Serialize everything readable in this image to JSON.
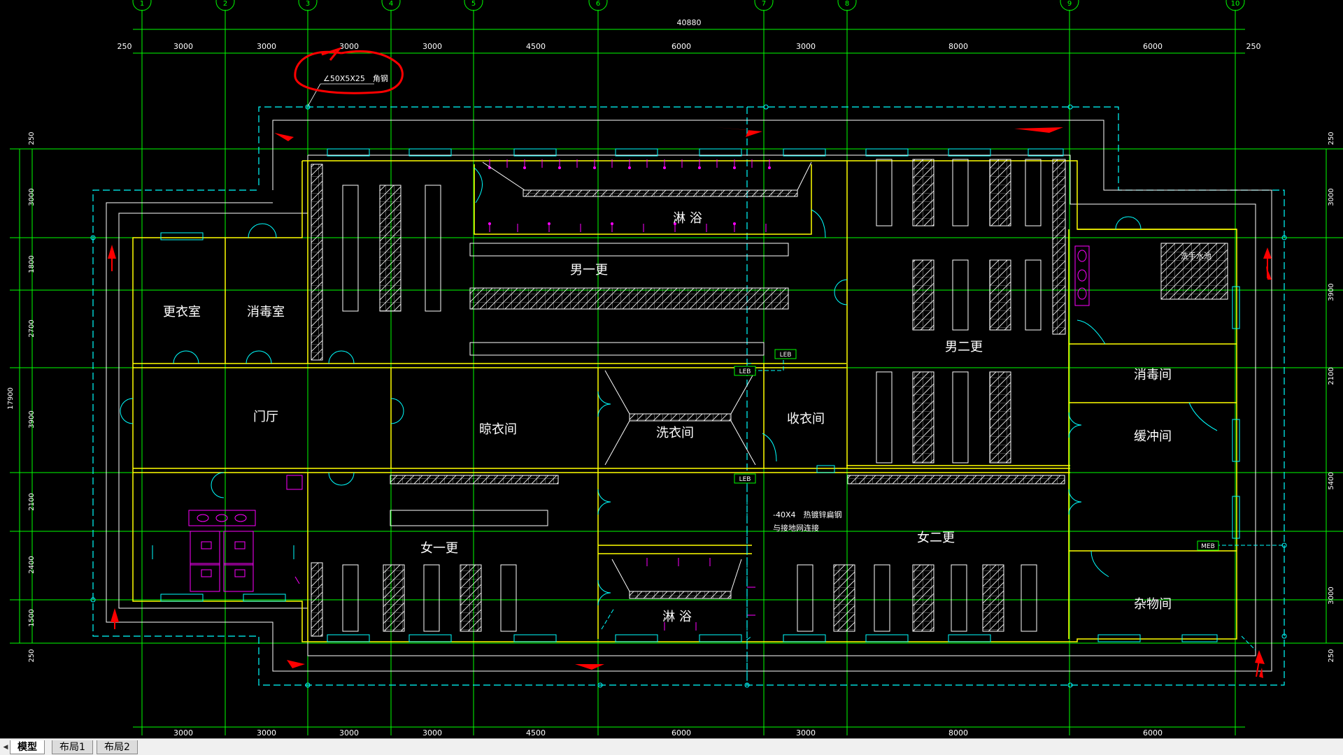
{
  "drawing": {
    "overall_dimension": "40880",
    "top_dimensions": [
      "250",
      "3000",
      "3000",
      "3000",
      "3000",
      "4500",
      "6000",
      "3000",
      "8000",
      "6000",
      "250"
    ],
    "bottom_dimensions": [
      "3000",
      "3000",
      "3000",
      "3000",
      "4500",
      "6000",
      "3000",
      "8000",
      "6000"
    ],
    "left_dimensions": [
      "250",
      "3000",
      "1800",
      "2700",
      "3900",
      "2100",
      "2400",
      "1500",
      "250"
    ],
    "left_overall": "17900",
    "right_dimensions": [
      "250",
      "3000",
      "3900",
      "2100",
      "5400",
      "3000",
      "250"
    ],
    "grid_bubbles": [
      "1",
      "2",
      "3",
      "4",
      "5",
      "6",
      "7",
      "8",
      "9",
      "10"
    ],
    "rooms": {
      "changing_room": "更衣室",
      "disinfection_room_left": "消毒室",
      "lobby": "门厅",
      "drying_room": "晾衣间",
      "laundry_room": "洗衣间",
      "collection_room": "收衣间",
      "shower_top": "淋 浴",
      "shower_bottom": "淋 浴",
      "men_changing_1": "男一更",
      "men_changing_2": "男二更",
      "women_changing_1": "女一更",
      "women_changing_2": "女二更",
      "disinfection_room_right": "消毒间",
      "buffer_room": "缓冲间",
      "storage_room": "杂物间"
    },
    "annotation_angle_steel": "∠50X5X25　角钢",
    "annotation_flat_steel_1": "-40X4　热镀锌扁钢",
    "annotation_flat_steel_2": "与接地网连接",
    "equipment_label": "洗手水池",
    "leb_labels": [
      "LEB",
      "LEB",
      "LEB"
    ],
    "meb_label": "MEB",
    "colors": {
      "wall": "#ffff00",
      "grid": "#00ff00",
      "ground": "#00ffff",
      "fixtures": "#ff00ff",
      "annotation": "#ff0000",
      "detail": "#ffffff"
    }
  },
  "tabs": {
    "model": "模型",
    "layout1": "布局1",
    "layout2": "布局2"
  }
}
